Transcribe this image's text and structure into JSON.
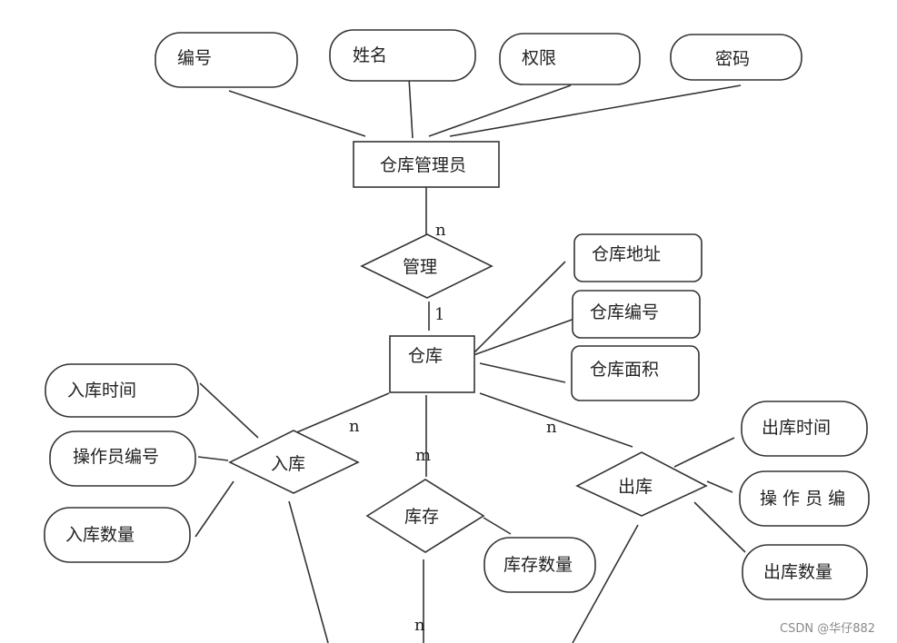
{
  "entities": {
    "manager": "仓库管理员",
    "warehouse": "仓库"
  },
  "relationships": {
    "manage": "管理",
    "inbound": "入库",
    "stock": "库存",
    "outbound": "出库"
  },
  "attributes": {
    "manager": [
      "编号",
      "姓名",
      "权限",
      "密码"
    ],
    "warehouse": [
      "仓库地址",
      "仓库编号",
      "仓库面积"
    ],
    "inbound": [
      "入库时间",
      "操作员编号",
      "入库数量"
    ],
    "stock": [
      "库存数量"
    ],
    "outbound": [
      "出库时间",
      "操 作 员 编",
      "出库数量"
    ]
  },
  "cardinalities": {
    "manage_manager": "n",
    "manage_warehouse": "1",
    "inbound": "n",
    "stock_warehouse": "m",
    "stock_bottom": "n",
    "outbound": "n"
  },
  "watermark": "CSDN @华仔882"
}
